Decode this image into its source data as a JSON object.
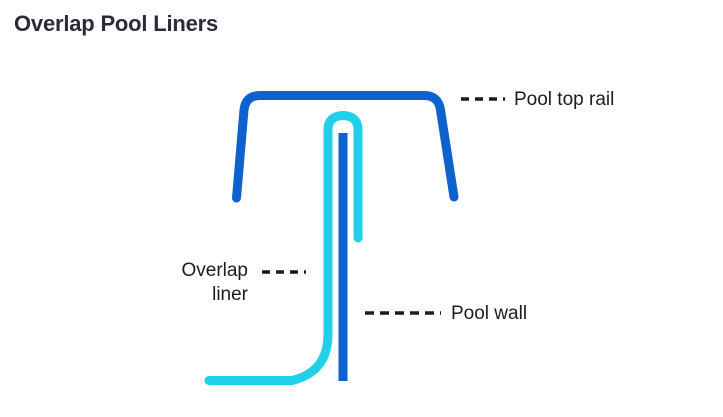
{
  "page": {
    "title": "Overlap Pool Liners",
    "background_color": "#ffffff",
    "title_color": "#2b2b39"
  },
  "diagram": {
    "type": "cross-section-illustration",
    "subject": "Overlap pool liner installed over pool wall and top rail",
    "colors": {
      "pool_top_rail": "#0d62ce",
      "pool_wall": "#0d62ce",
      "overlap_liner": "#22cfe8",
      "leader_line": "#1c1c1c"
    },
    "parts": [
      {
        "name": "pool-top-rail",
        "label": "Pool top rail",
        "color": "#0d62ce",
        "stroke_width": 9,
        "description": "Rounded cap rail spanning the top with legs angling outward down each side"
      },
      {
        "name": "pool-wall",
        "label": "Pool wall",
        "color": "#0d62ce",
        "stroke_width": 9,
        "description": "Vertical wall running down the centre beneath the rail"
      },
      {
        "name": "overlap-liner",
        "label": "Overlap liner",
        "color": "#22cfe8",
        "stroke_width": 9,
        "description": "Liner folded over the top of the wall, down the inside and out across the pool floor"
      }
    ],
    "annotations": [
      {
        "name": "pool-top-rail",
        "label": "Pool top rail",
        "leader": {
          "dashes": 4,
          "orientation": "horizontal"
        },
        "label_position": "right"
      },
      {
        "name": "overlap-liner",
        "label_line_1": "Overlap",
        "label_line_2": "liner",
        "label": "Overlap liner",
        "leader": {
          "dashes": 4,
          "orientation": "horizontal"
        },
        "label_position": "left"
      },
      {
        "name": "pool-wall",
        "label": "Pool wall",
        "leader": {
          "dashes": 6,
          "orientation": "horizontal"
        },
        "label_position": "right"
      }
    ]
  }
}
